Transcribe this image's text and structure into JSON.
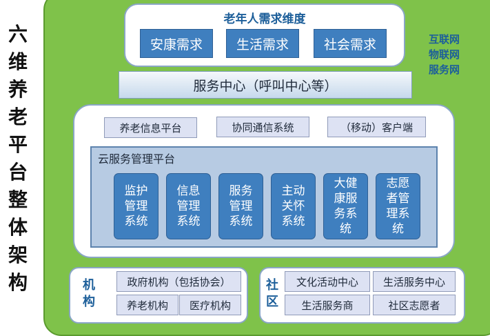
{
  "side_title": [
    "六",
    "维",
    "养",
    "老",
    "平",
    "台",
    "整",
    "体",
    "架",
    "构"
  ],
  "demand": {
    "title": "老年人需求维度",
    "items": [
      "安康需求",
      "生活需求",
      "社会需求"
    ]
  },
  "networks": [
    "互联网",
    "物联网",
    "服务网"
  ],
  "service_center": "服务中心（呼叫中心等）",
  "platforms": [
    "养老信息平台",
    "协同通信系统",
    "（移动）客户端"
  ],
  "cloud": {
    "title": "云服务管理平台",
    "systems": [
      "监护管理系统",
      "信息管理系统",
      "服务管理系统",
      "主动关怀系统",
      "大健康服务系统",
      "志愿者管理系统"
    ]
  },
  "institution": {
    "label": [
      "机",
      "构"
    ],
    "items": [
      "政府机构（包括协会）",
      "养老机构",
      "医疗机构"
    ]
  },
  "community": {
    "label": [
      "社",
      "区"
    ],
    "items": [
      "文化活动中心",
      "生活服务中心",
      "生活服务商",
      "社区志愿者"
    ]
  }
}
